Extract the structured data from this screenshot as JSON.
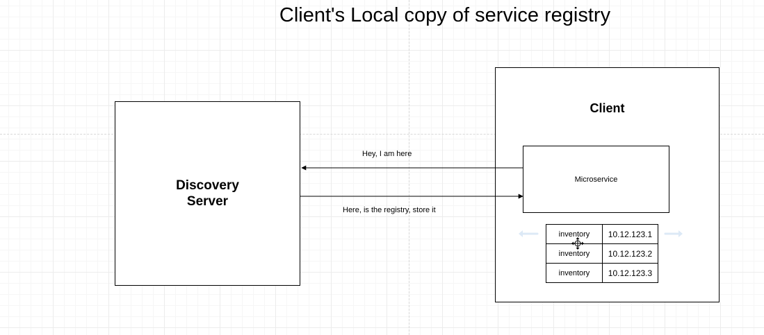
{
  "title": "Client's Local copy of service registry",
  "discovery_server": {
    "label_line1": "Discovery",
    "label_line2": "Server"
  },
  "client": {
    "label": "Client",
    "microservice": {
      "label": "Microservice"
    },
    "registry": {
      "rows": [
        {
          "service": "inventory",
          "ip": "10.12.123.1"
        },
        {
          "service": "inventory",
          "ip": "10.12.123.2"
        },
        {
          "service": "inventory",
          "ip": "10.12.123.3"
        }
      ]
    }
  },
  "edges": {
    "register": {
      "label": "Hey, I am here"
    },
    "registry_response": {
      "label": "Here, is the registry, store it"
    }
  }
}
